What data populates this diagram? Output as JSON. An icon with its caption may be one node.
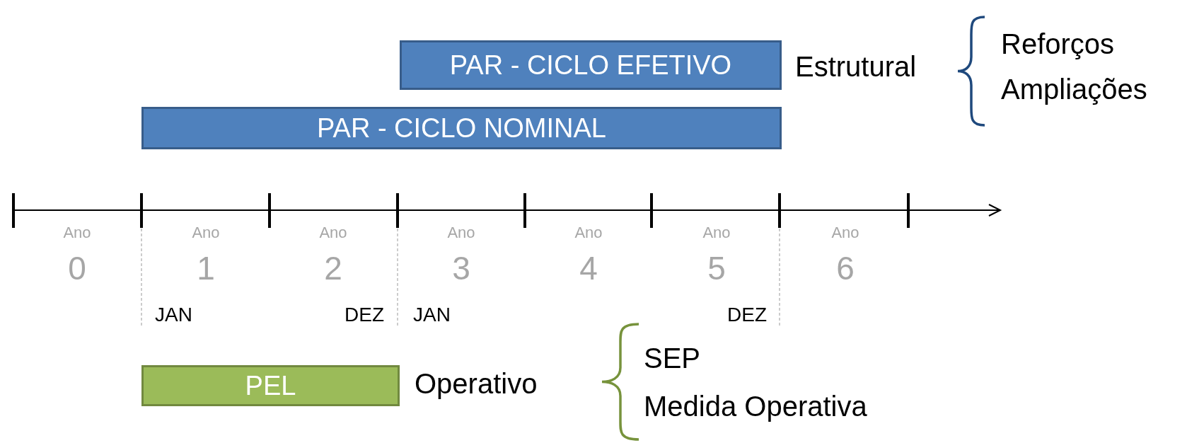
{
  "diagram": {
    "nodes": [
      {
        "text": [
          "PAR - CICLO EFETIVO"
        ]
      },
      {
        "text": [
          "PAR - CICLO NOMINAL"
        ]
      },
      {
        "text": [
          "PEL"
        ]
      }
    ],
    "edges": [],
    "labels": [
      "Estrutural",
      "Reforços",
      "Ampliações",
      "Ano",
      "Ano",
      "Ano",
      "Ano",
      "Ano",
      "Ano",
      "Ano",
      "0",
      "1",
      "2",
      "3",
      "4",
      "5",
      "6",
      "JAN",
      "DEZ",
      "JAN",
      "DEZ",
      "Operativo",
      "SEP",
      "Medida Operativa"
    ]
  }
}
